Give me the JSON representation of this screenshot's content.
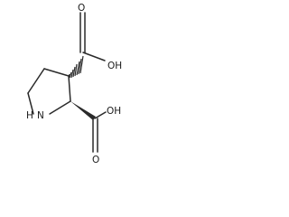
{
  "molecule": {
    "atoms": {
      "carboxyl_top_hydroxyl": "OH",
      "carboxyl_top_oxygen": "O",
      "ring_nitrogen": "N",
      "ring_nitrogen_hydrogen": "H",
      "carboxyl_bottom_hydroxyl": "OH",
      "carboxyl_bottom_oxygen": "O"
    },
    "stereo_bonds": {
      "upper": "hashed",
      "lower": "wedge"
    },
    "colors": {
      "ink": "#2a2a2a",
      "background": "#ffffff"
    }
  }
}
